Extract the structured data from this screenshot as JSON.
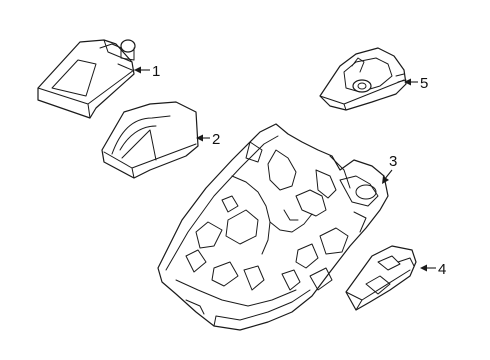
{
  "callouts": [
    {
      "label": "1"
    },
    {
      "label": "2"
    },
    {
      "label": "3"
    },
    {
      "label": "4"
    },
    {
      "label": "5"
    }
  ],
  "colors": {
    "line": "#1a1a1a",
    "background": "#ffffff"
  }
}
